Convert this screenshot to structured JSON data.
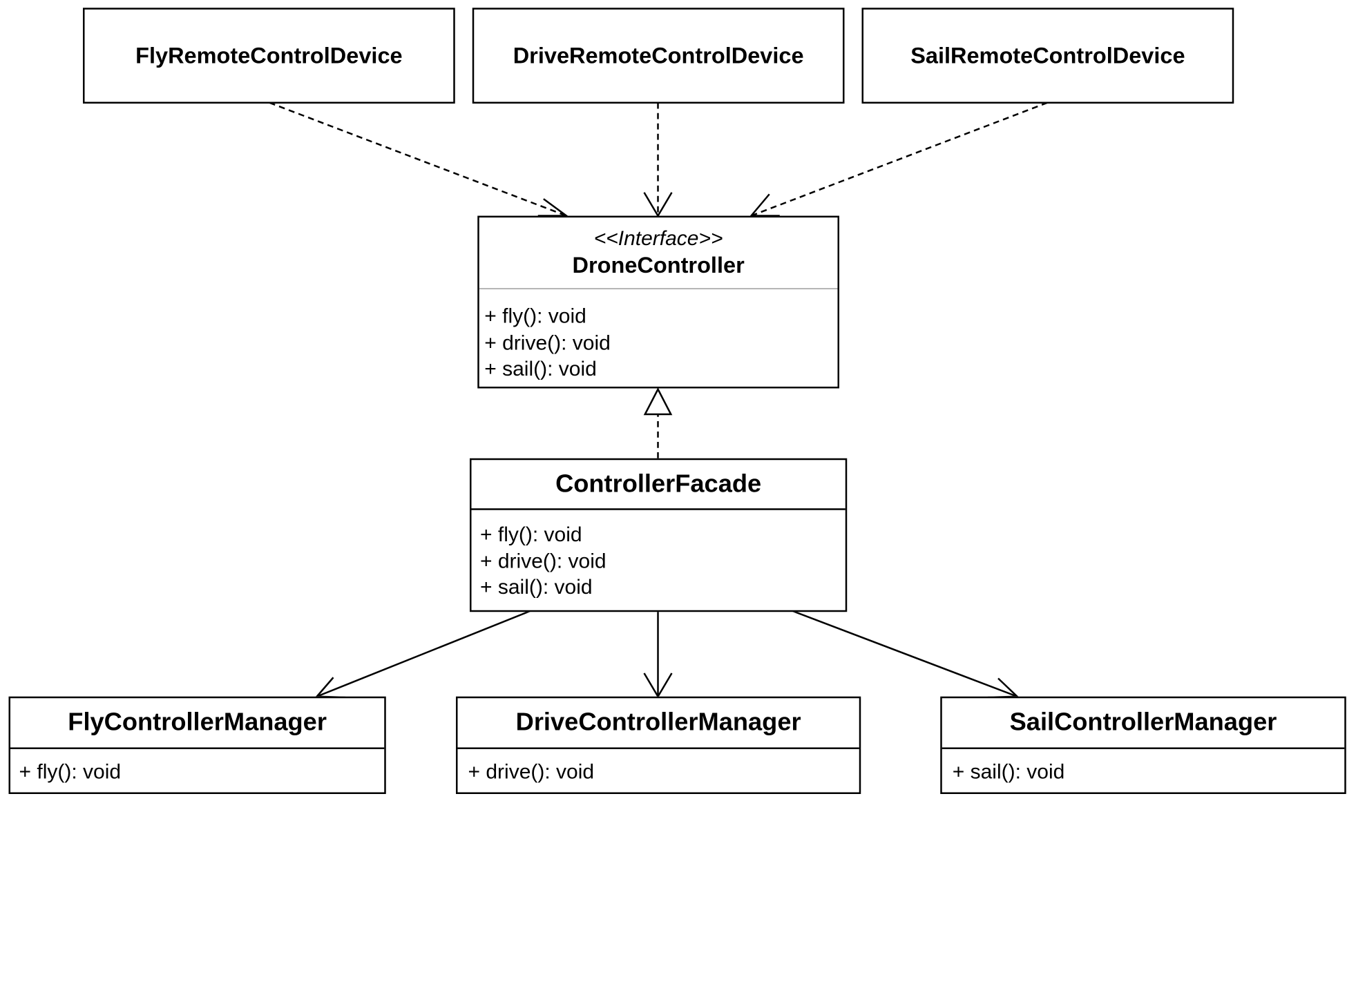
{
  "devices": [
    {
      "name": "FlyRemoteControlDevice"
    },
    {
      "name": "DriveRemoteControlDevice"
    },
    {
      "name": "SailRemoteControlDevice"
    }
  ],
  "interface": {
    "stereotype": "<<Interface>>",
    "name": "DroneController",
    "methods": [
      "+ fly(): void",
      "+ drive(): void",
      "+ sail(): void"
    ]
  },
  "facade": {
    "name": "ControllerFacade",
    "methods": [
      "+ fly(): void",
      "+ drive(): void",
      "+ sail(): void"
    ]
  },
  "managers": [
    {
      "name": "FlyControllerManager",
      "methods": [
        "+ fly(): void"
      ]
    },
    {
      "name": "DriveControllerManager",
      "methods": [
        "+ drive(): void"
      ]
    },
    {
      "name": "SailControllerManager",
      "methods": [
        "+ sail(): void"
      ]
    }
  ]
}
